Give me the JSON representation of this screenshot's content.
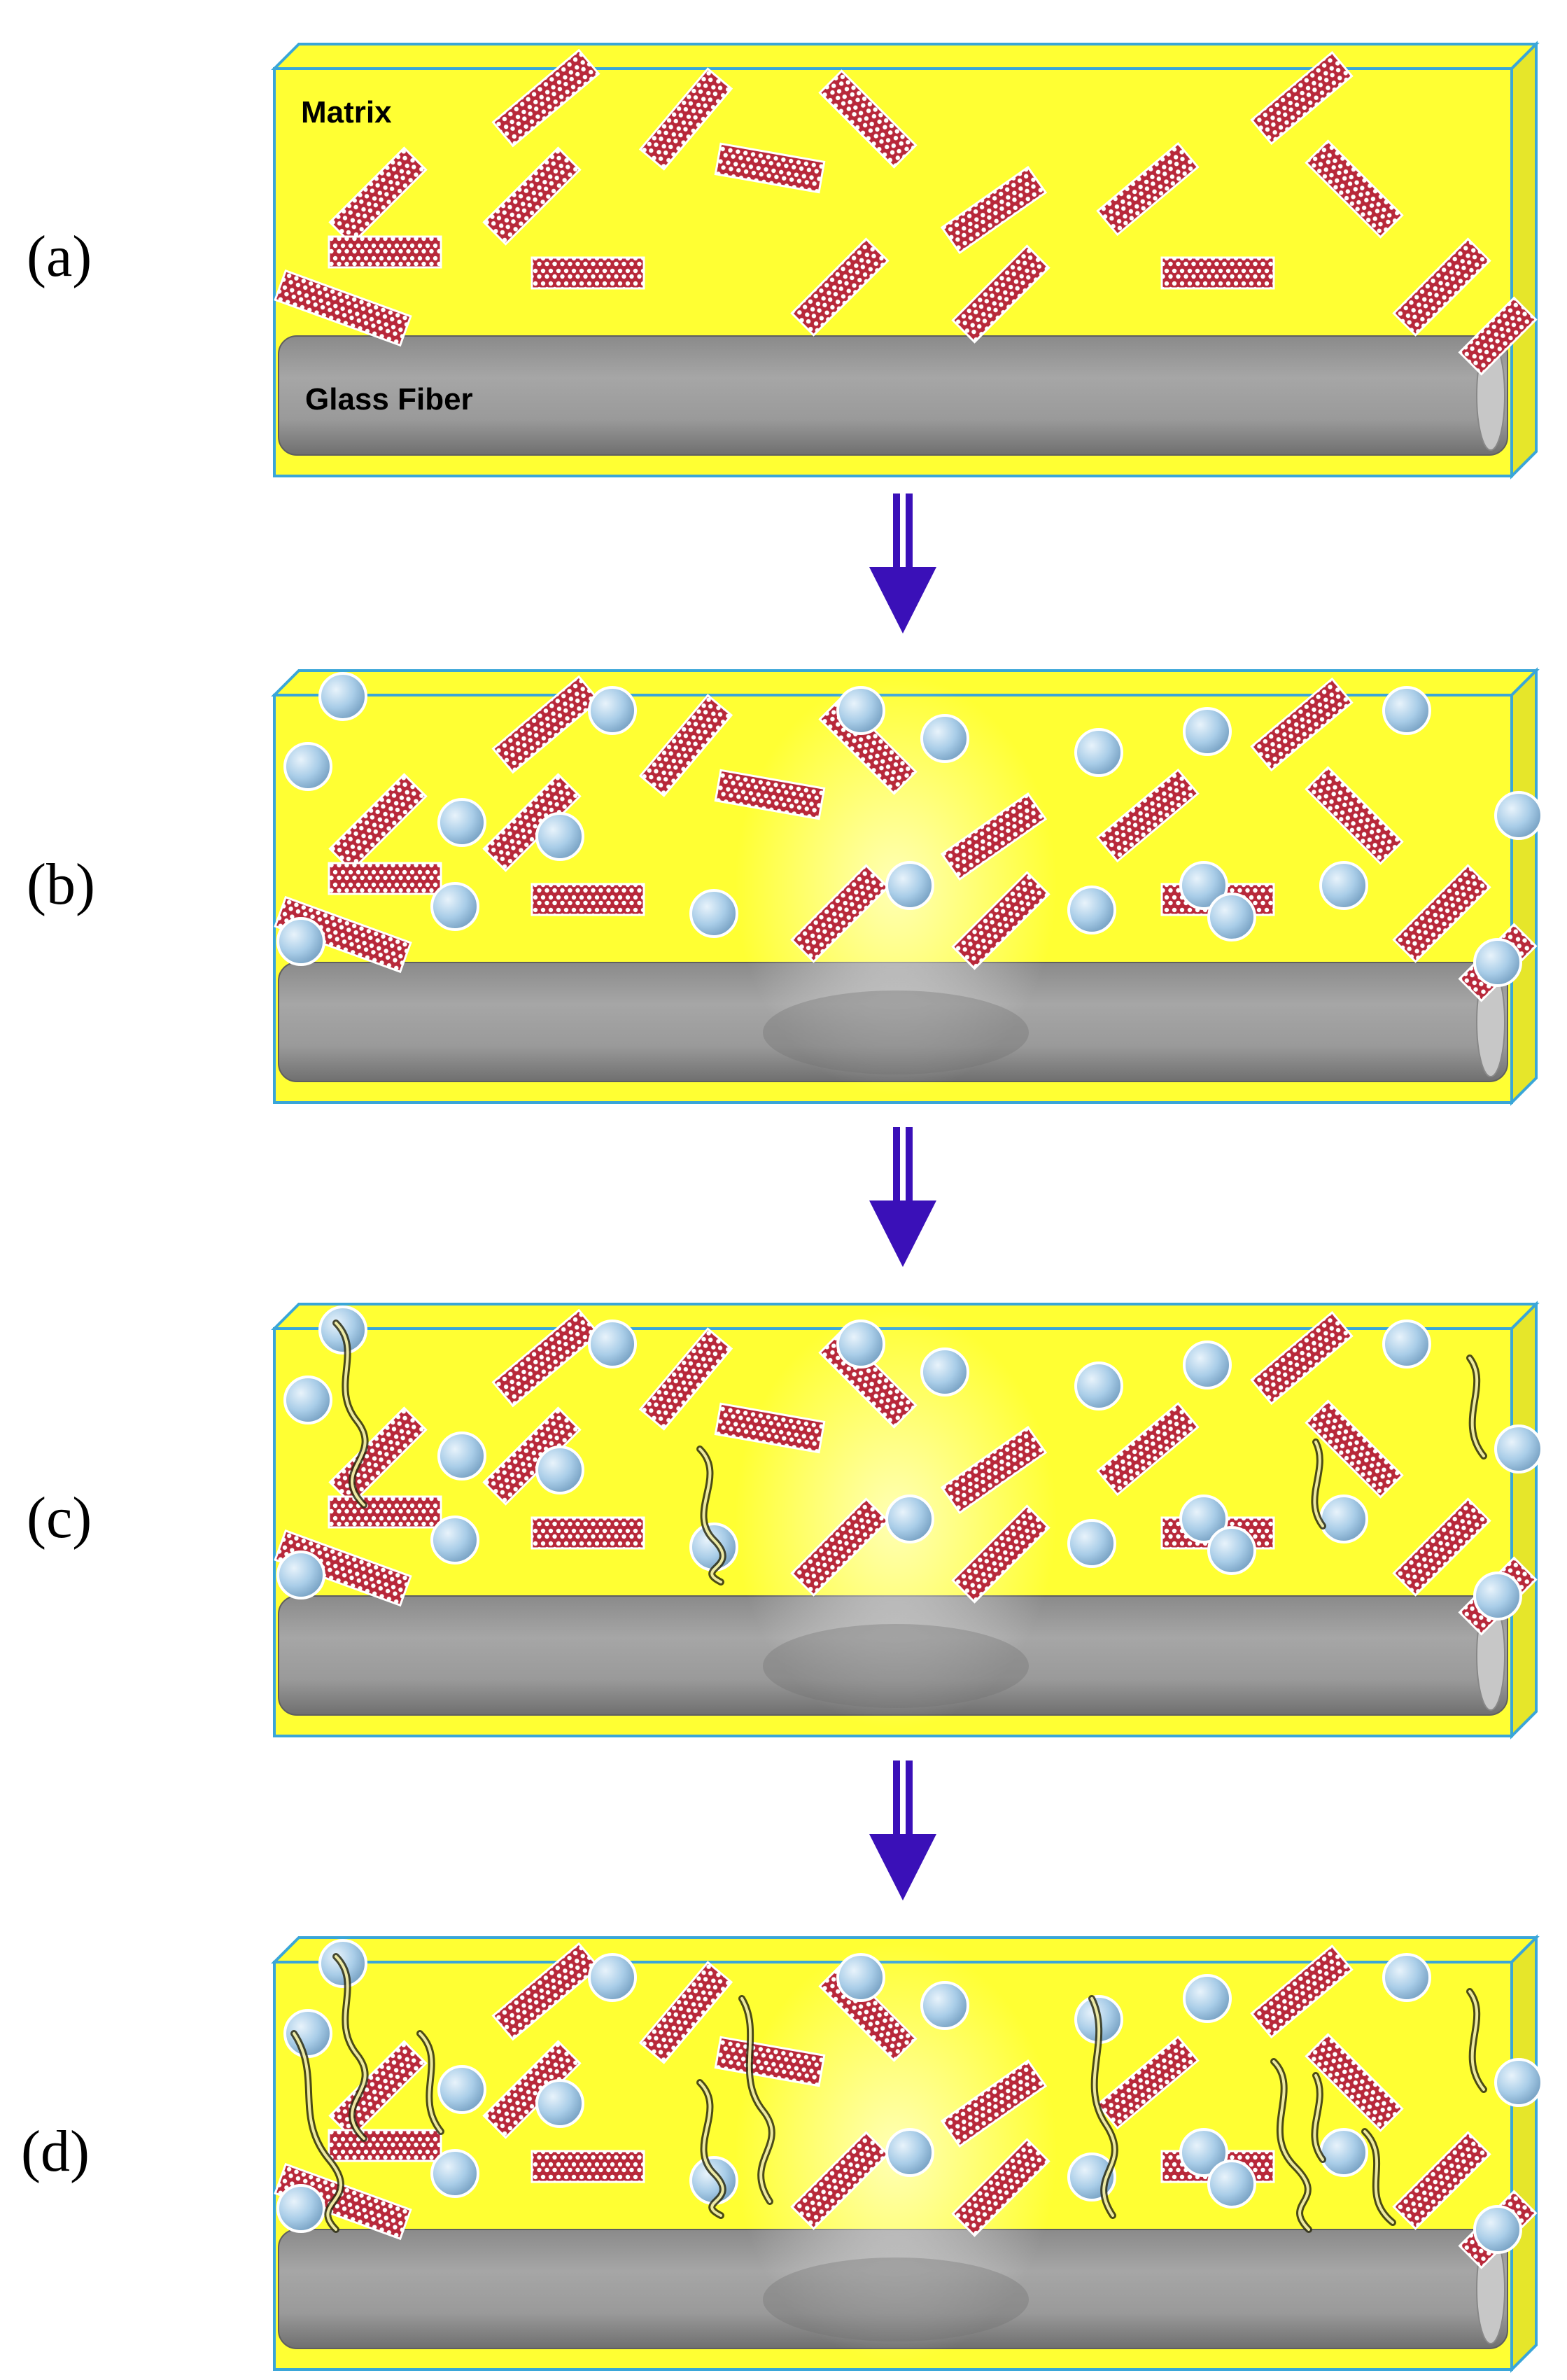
{
  "panels": [
    {
      "id": "a",
      "label": "(a)",
      "stage": 0
    },
    {
      "id": "b",
      "label": "(b)",
      "stage": 1
    },
    {
      "id": "c",
      "label": "(c)",
      "stage": 2
    },
    {
      "id": "d",
      "label": "(d)",
      "stage": 3
    }
  ],
  "annotations": {
    "matrix": "Matrix",
    "glass_fiber": "Glass Fiber"
  },
  "colors": {
    "matrix": "#ffff33",
    "box_edge": "#3aa6d8",
    "fiber": "#9c9c9c",
    "nanotube": "#b8283a",
    "particle": "#a9cde8",
    "arrow": "#3a10b8",
    "crack": "#2b2b10"
  }
}
